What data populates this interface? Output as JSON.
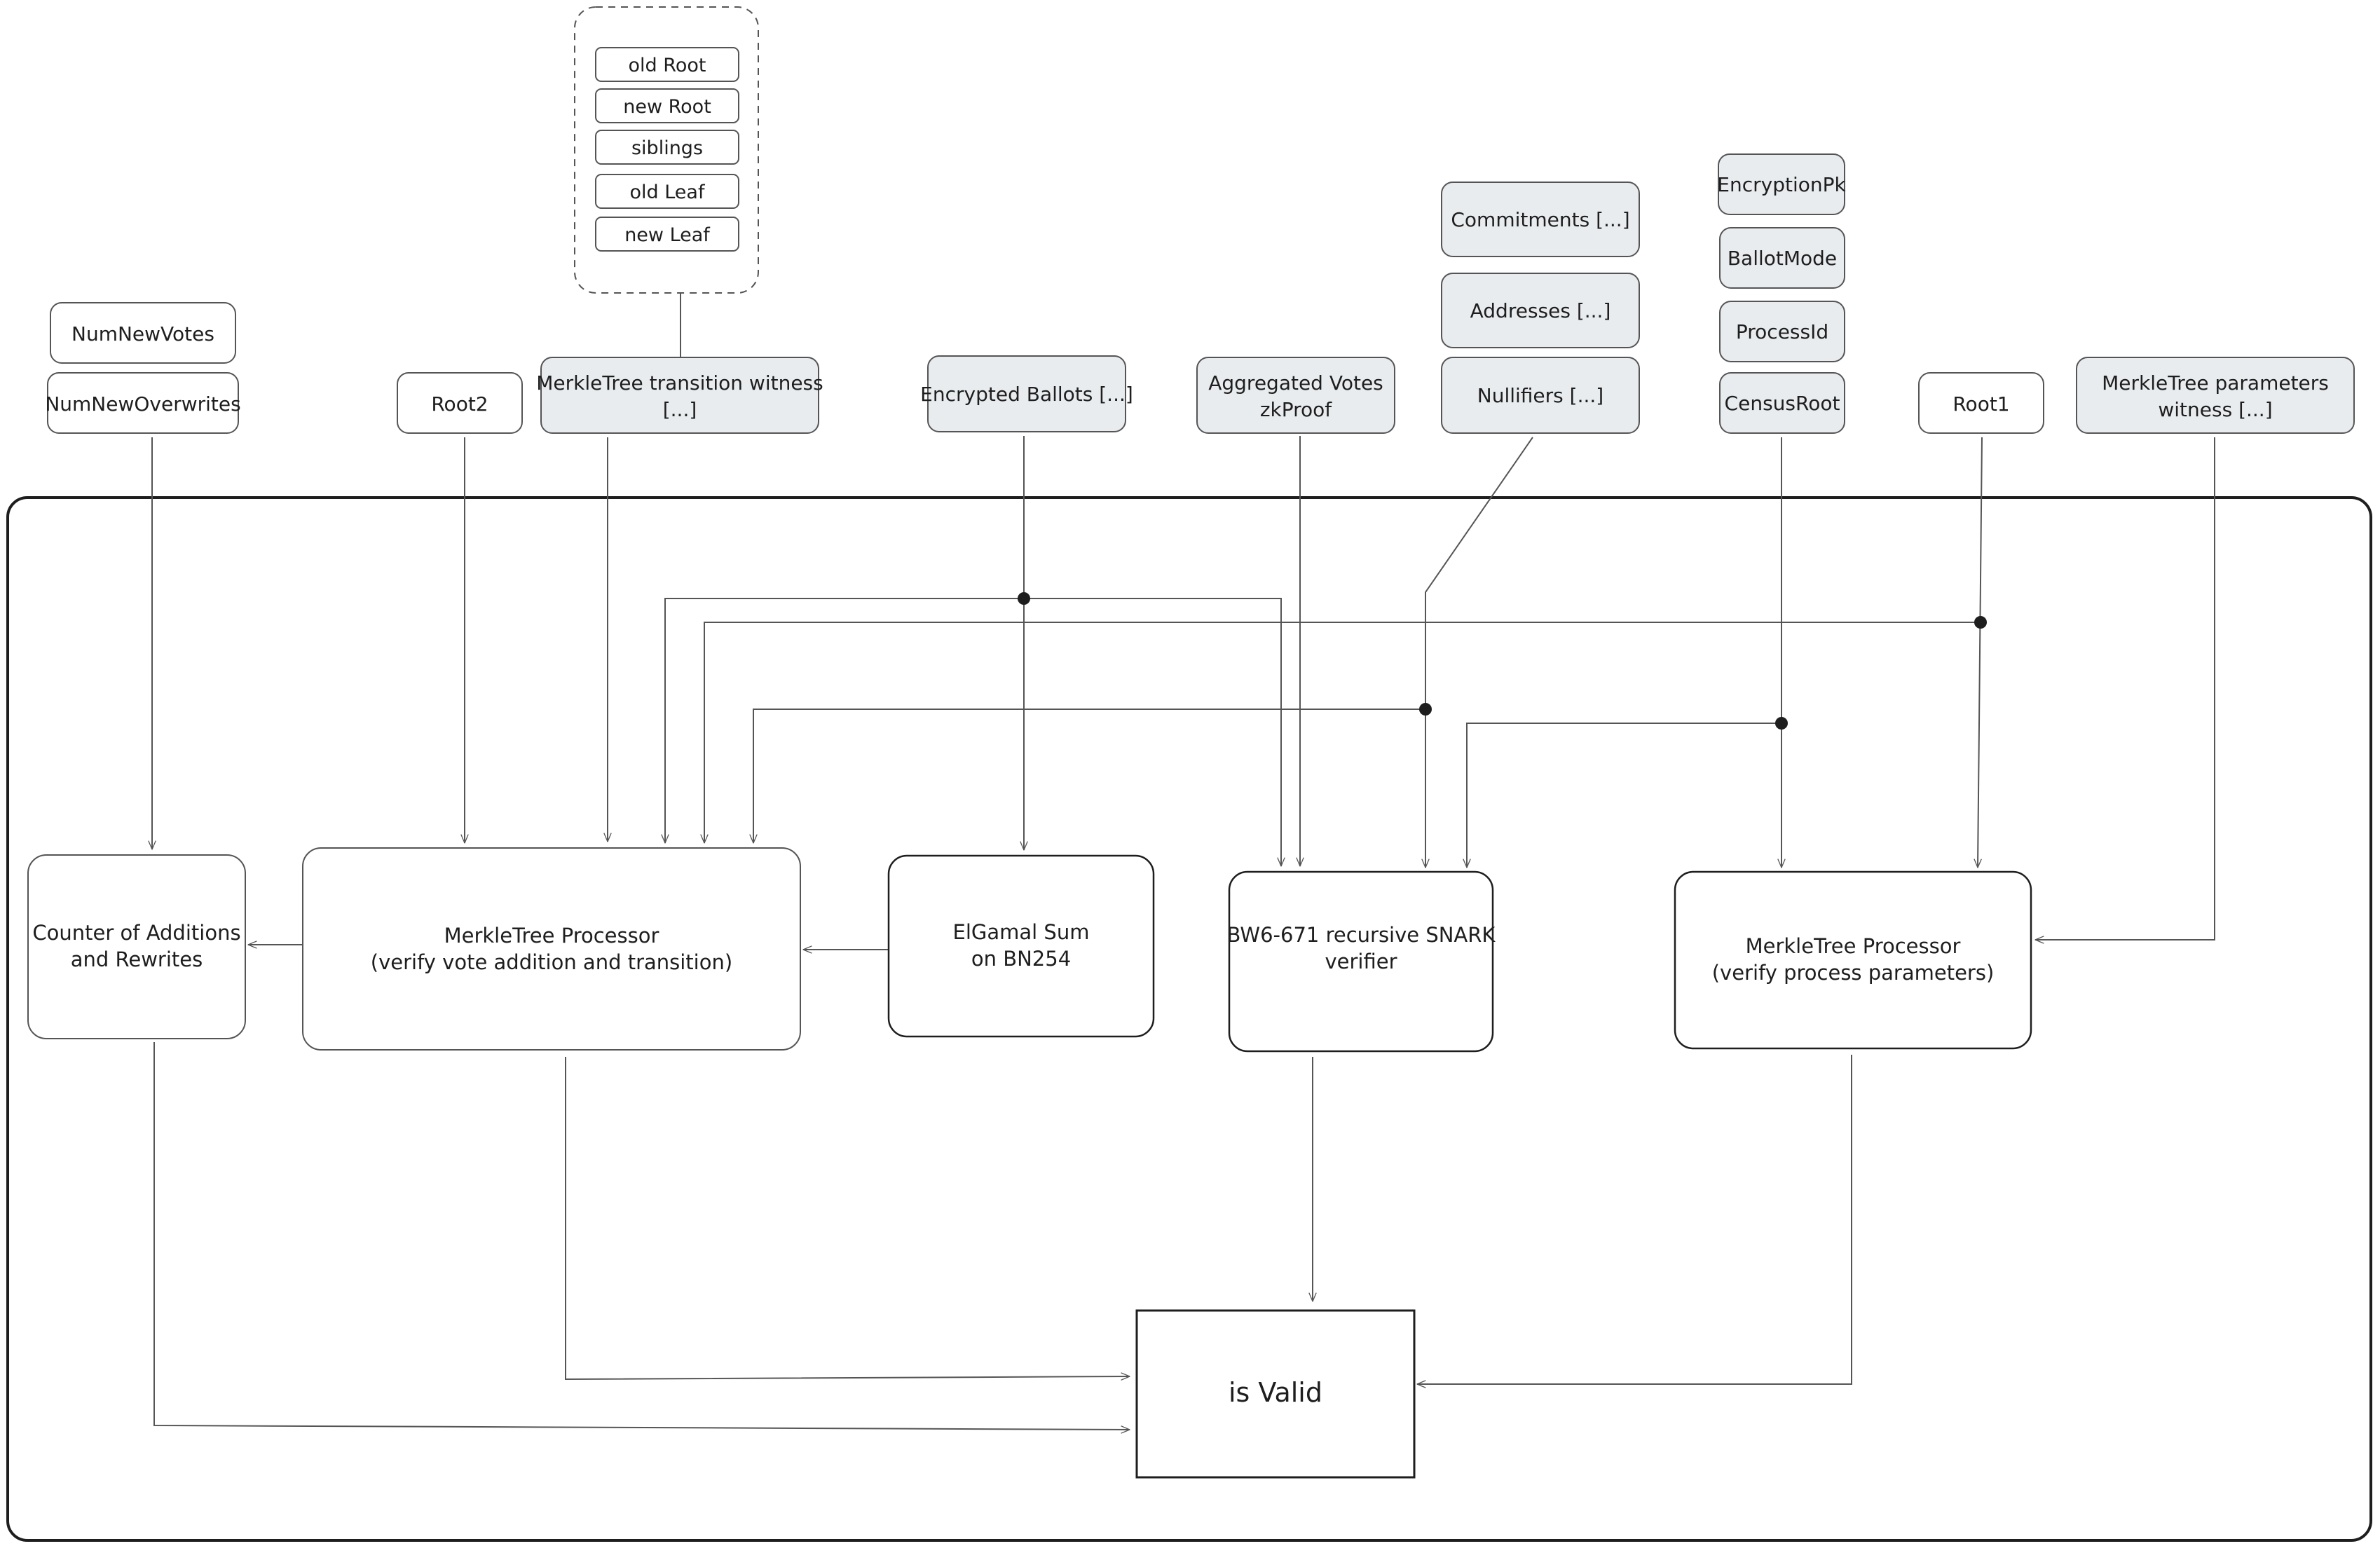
{
  "inputs": {
    "num_new_votes": "NumNewVotes",
    "num_new_overwrites": "NumNewOverwrites",
    "root2": "Root2",
    "merkle_transition_witness": [
      "MerkleTree transition witness",
      "[...]"
    ],
    "witness_fields": [
      "old Root",
      "new Root",
      "siblings",
      "old Leaf",
      "new Leaf"
    ],
    "encrypted_ballots": "Encrypted Ballots [...]",
    "aggregated_votes": [
      "Aggregated Votes",
      "zkProof"
    ],
    "commitments": "Commitments [...]",
    "addresses": "Addresses [...]",
    "nullifiers": "Nullifiers [...]",
    "encryption_pk": "EncryptionPk",
    "ballot_mode": "BallotMode",
    "process_id": "ProcessId",
    "census_root": "CensusRoot",
    "root1": "Root1",
    "merkle_parameters_witness": [
      "MerkleTree parameters",
      "witness [...]"
    ]
  },
  "processors": {
    "counter": [
      "Counter of Additions",
      "and Rewrites"
    ],
    "merkle_vote": [
      "MerkleTree Processor",
      "(verify vote addition and transition)"
    ],
    "elgamal": [
      "ElGamal Sum",
      "on BN254"
    ],
    "bw6": [
      "BW6-671 recursive SNARK",
      "verifier"
    ],
    "merkle_params": [
      "MerkleTree Processor",
      "(verify process parameters)"
    ]
  },
  "output": {
    "is_valid": "is Valid"
  },
  "colors": {
    "input_fill_gray": "#e9ecef",
    "stroke": "#555555",
    "text": "#1e1e1e"
  }
}
